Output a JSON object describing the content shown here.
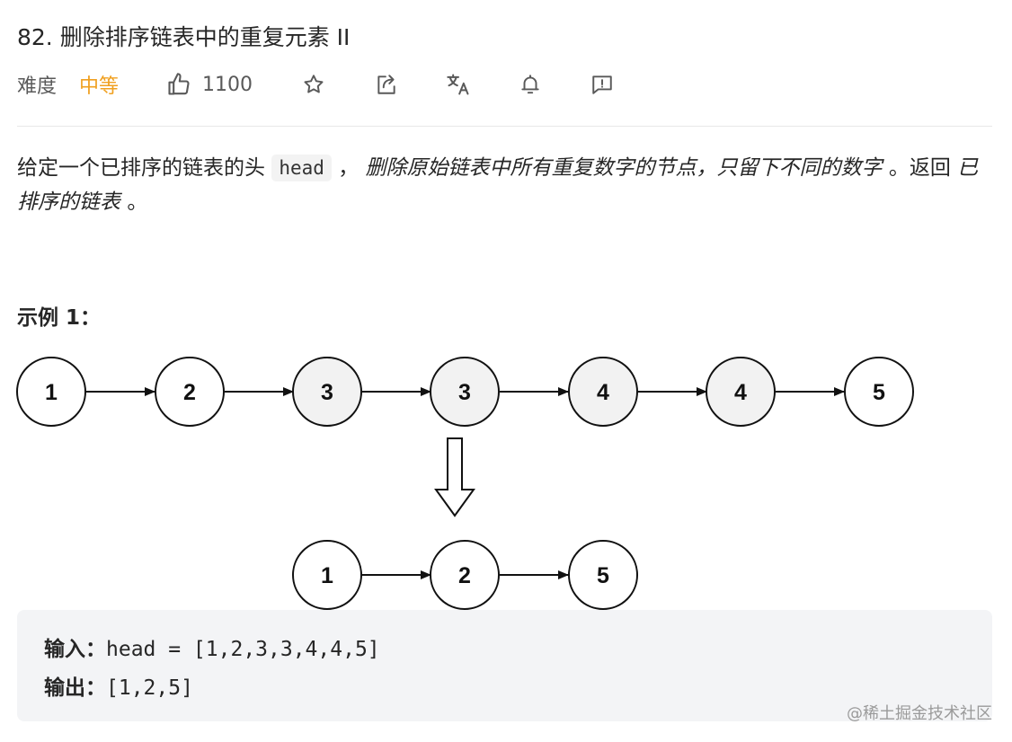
{
  "problem": {
    "title": "82. 删除排序链表中的重复元素 II",
    "difficulty_label": "难度",
    "difficulty_value": "中等",
    "likes": "1100"
  },
  "toolbar_icons": [
    "thumbs-up-icon",
    "star-icon",
    "share-icon",
    "translate-icon",
    "bell-icon",
    "feedback-icon"
  ],
  "colors": {
    "difficulty_medium": "#f0a020",
    "text": "#262626",
    "muted": "#595959",
    "node_highlight": "#f2f2f2",
    "code_bg": "#f3f4f6"
  },
  "description": {
    "p1": "给定一个已排序的链表的头",
    "code": "head",
    "p2": "，",
    "em1": "删除原始链表中所有重复数字的节点，只留下不同的数字",
    "p3": "。返回",
    "em2": "已排序的链表",
    "p4": "。"
  },
  "example": {
    "title": "示例 1：",
    "input_nodes": [
      "1",
      "2",
      "3",
      "3",
      "4",
      "4",
      "5"
    ],
    "output_nodes": [
      "1",
      "2",
      "5"
    ],
    "input_label": "输入：",
    "input_value": "head = [1,2,3,3,4,4,5]",
    "output_label": "输出：",
    "output_value": "[1,2,5]"
  },
  "watermark": "@稀土掘金技术社区"
}
